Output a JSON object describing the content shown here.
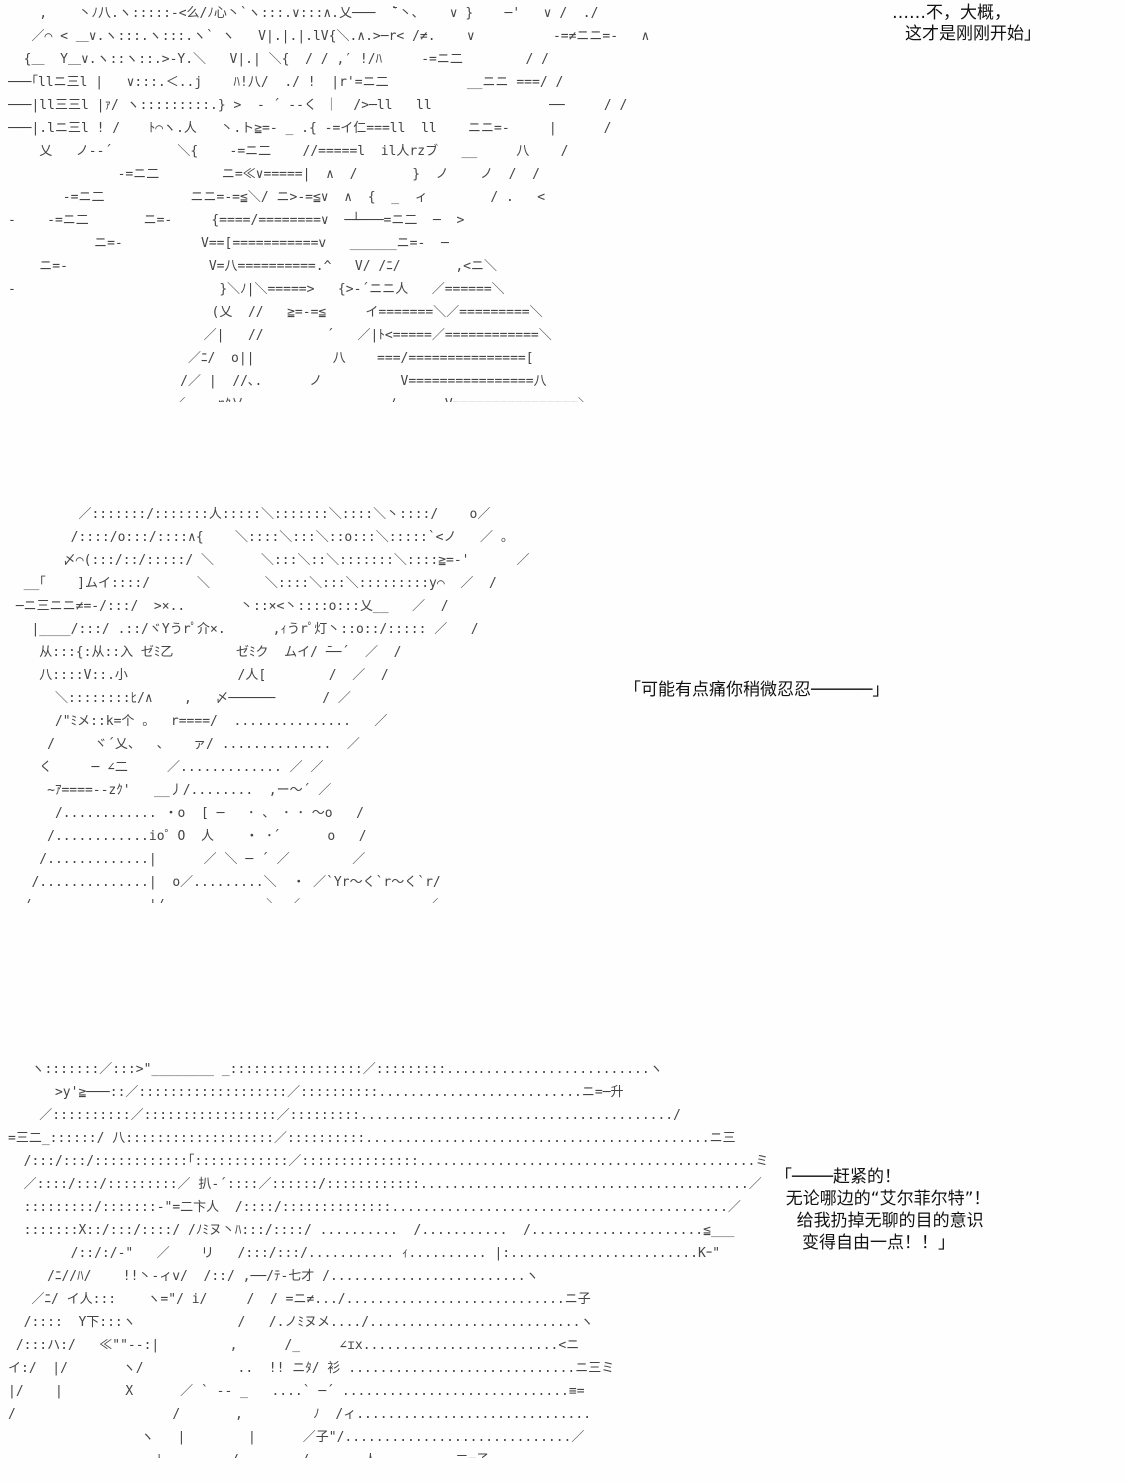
{
  "panels": [
    {
      "art": "    ,    丶ﾉ八.ヽ:::::-<么/ﾉ心丶`ヽ:::.∨:::∧.乂───  ̄`丶､    ∨ }    ─'   ∨ /  ./\n   ／⌒ < ＿∨.ヽ:::.ヽ:::.ヽ` ヽ   V|.|.|.lV{＼.∧.>─r< /≠.    ∨          -=≠ニニ=-   ∧\n  {＿  Y＿∨.ヽ::ヽ::.>-Y.＼   V|.| ＼{  / / ,′ !/ﾊ     -=ニ二        / /\n───｢llニ三l |   ∨:::.＜..j    ﾊ!八/  ./ !  |r'=ニ二          __ニニ ===/ /\n───|ll三三l |ｧ/ ヽ:::::::::.} >  - ´ --く ｜  />─ll   ll               ──     / /\n───|.lニ三l ! /　  ﾄ⌒ヽ.人   丶.ト≧=- _ .{ -=イ仁===ll  ll    ニニ=-     |      /\n    乂   ノ-‐´　　     ＼{    -=ニ二    //=====l  il人rzブ   __     八    /\n              -=ニ二        ニ=≪∨=====|  ∧  /       }  ノ    ノ  /  /\n       -=ニ二           ニニ=-=≦＼/ ニ>-=≦∨  ∧  {  _  ィ        / .   <\n-    -=ニ二       ニ=-     {====/========∨  ─┴───=ニ二  ─  >\n           ニ=-          V==[===========v   ______ニ=-  ─\n    ニ=-                  V=八==========.^   V/ /ﾆ/       ,<ニ＼\n-                          }＼ﾉ|＼=====>   {>-´ニニ人   ／======＼\n                          (乂  //   ≧=-=≦     イ=======＼／=========＼\n                         ／|   //        ´   ／|ﾄ<=====／============＼\n                       ／ﾆ/  o||          八    ===/===============[\n                      /／ |  //､.      ノ          V================八\n                     ／   ,rｸ乂             _    ノ      V================＼",
      "lines": [
        "……不，大概，",
        "这才是刚刚开始」"
      ]
    },
    {
      "art": "         ／:::::::/:::::::人:::::＼:::::::＼::::＼丶::::/    o／\n        /::::/o:::/::::∧{    ＼::::＼:::＼::o:::＼:::::`<ノ   ／ 。\n       〆⌒(:::/::/:::::/ ＼      ＼:::＼::＼:::::::＼::::≧=-'      ／\n  __｢    ]ムイ::::/      ＼       ＼::::＼:::＼:::::::::y⌒  ／  /\n ─ニ三ニニ≠=-/:::/  >×..       丶::×<丶::::o:::乂__   ／  /\n   |____/:::/ .::/ヾYうrﾟ介×.      ,ｨうrﾟ灯丶::o::/::::: ／   /\n    从:::{:从::入 ゼﾐ乙        ゼﾐク  ムイ/ ̄──´  ／  /\n    八::::V::.小              /人[        /  ／  /\n      ＼::::::::ﾋ/∧    ,   〆──────      / ／\n      /\"ﾐメ::k=个 。  r====/  ...............   ／\n     /     ヾ´乂、  、   ァ/ ..............  ／\n    く     ─ ∠二     ／............. ／ ／\n     ~ｱ====--zｸ'   __丿/........  ,ー〜´ ／\n      /............ ・o  [ ─   ･ 、 ･ ･ 〜o   /\n     /............io゜O  人    ・ ･´      o   /\n    /.............|      ／ ＼ ─ ´ ／        ／\n   /..............|  o／.........＼  ・ ／`Yr〜く`r〜く`r/\n  /...............|/.............＼ ／................／",
      "lines": [
        "「可能有点痛你稍微忍忍──────」"
      ]
    },
    {
      "art": "   ヽ:::::::／:::>\"________ _:::::::::::::::::／:::::::::..........................ヽ\n      >y'≧───::／:::::::::::::::::::／::::::::::..........................ニ=─升\n    ／::::::::::／:::::::::::::::::／:::::::::......................................../\n=三二_::::::/ 八:::::::::::::::::::／::::::::::............................................ニ三\n  /:::/:::/::::::::::::｢::::::::::::／:::::::::::::::...........................................ミ\n  ／::::/:::/:::::::::／ 扒-´::::／::::::/::::::::::::..........................................／\n  :::::::::/:::::::-\"=二卞人  /::::/::::::::::::::...........................................／\n  :::::::X::/:::/::::/ /ﾉﾐヌ丶ﾊ:::/::::/ ..........  /...........  /......................≦___\n        /::/:/-\"   ／    リ   /:::/:::/........... ｨ.......... |:........................Kｰ\"\n     /ﾆ//ﾊ/    !!丶-ィv/  /::/ ,──/ﾃ-七才 /.........................ヽ\n   ／ﾆ/ イ人:::    ヽ=\"/ i/     /  / =ニ≠.../............................ニ子\n  /::::  Y下:::ヽ             /   /.ノﾐヌメ..../...........................ヽ\n /:::ハ:/   ≪\"\"--:|         ,      /_     ∠ɪx.........................<ニ\nイ:/  |/       ヽ/            ..  !! ニﾀ/ 衫 .............................ニ三ミ\n|/    |        X      ／ ` -- _   ....` ─´ .............................≡=\n/                    /       ,         ﾉ  /ィ..............................\n                 ヽ   |        |      ／子\"/.............................／\n                   ﾄ、       /        /.......人..........二=子",
      "lines": [
        "「────赶紧的！\n  无论哪边的“艾尔菲尔特”！\n    给我扔掉无聊的目的意识\n     变得自由一点！！」"
      ]
    }
  ]
}
